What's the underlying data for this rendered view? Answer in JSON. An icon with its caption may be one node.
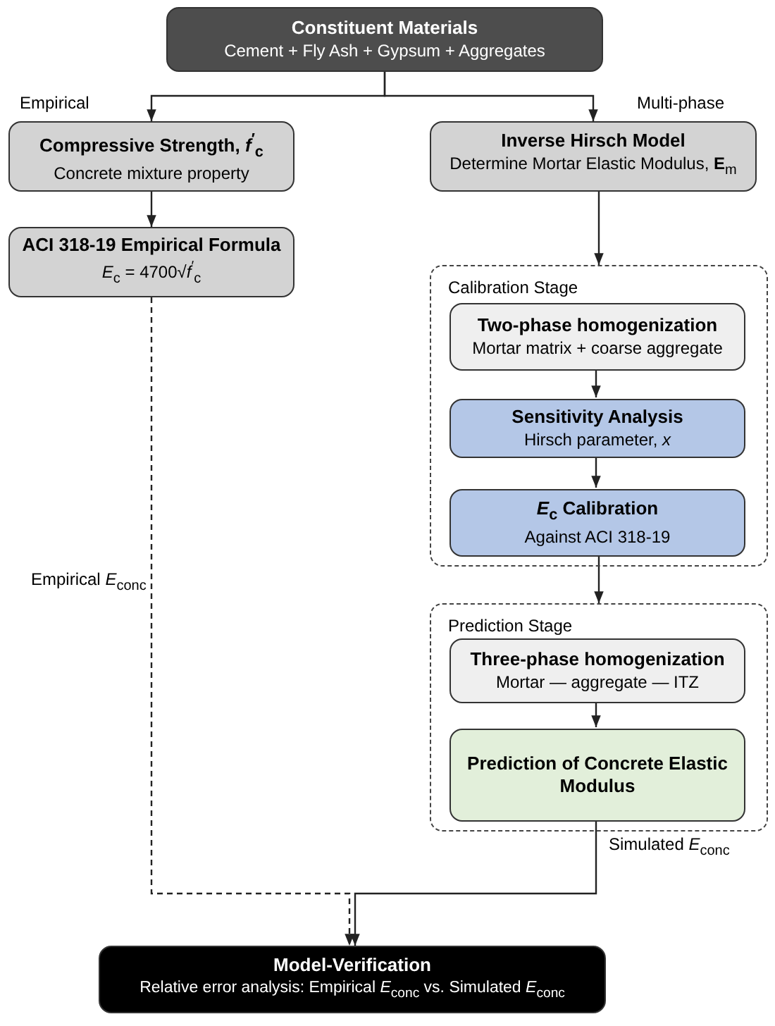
{
  "diagram": {
    "nodes": [
      {
        "text": [
          "Constituent Materials",
          "Cement + Fly Ash + Gypsum + Aggregates"
        ]
      },
      {
        "text": [
          "Compressive Strength, *f*$^{′}$$_{c}$",
          "Concrete mixture property"
        ]
      },
      {
        "text": [
          "ACI 318-19 Empirical Formula",
          "*E*$_{c}$ = 4700√*f*$^{′}$$_{c}$"
        ]
      },
      {
        "text": [
          "Inverse Hirsch Model",
          "Determine Mortar Elastic Modulus, **E**$_{m}$"
        ]
      },
      {
        "text": [
          "Calibration Stage"
        ]
      },
      {
        "text": [
          "Two-phase homogenization",
          "Mortar matrix + coarse aggregate"
        ],
        "in": 4
      },
      {
        "text": [
          "Sensitivity Analysis",
          "Hirsch parameter, *x*"
        ],
        "in": 4
      },
      {
        "text": [
          "*E*$_{c}$ Calibration",
          "Against ACI 318-19"
        ],
        "in": 4
      },
      {
        "text": [
          "Prediction Stage"
        ]
      },
      {
        "text": [
          "Three-phase homogenization",
          "Mortar — aggregate — ITZ"
        ],
        "in": 8
      },
      {
        "text": [
          "Prediction of Concrete Elastic Modulus"
        ],
        "in": 8
      },
      {
        "text": [
          "Model-Verification",
          "Relative error analysis: Empirical *E*$_{conc}$ vs. Simulated *E*$_{conc}$"
        ]
      }
    ],
    "edges": [
      {
        "from": 0,
        "to": 1,
        "arrow": "to",
        "label": "Empirical"
      },
      {
        "from": 0,
        "to": 3,
        "arrow": "to",
        "label": "Multi-phase"
      },
      {
        "from": 1,
        "to": 2,
        "arrow": "to"
      },
      {
        "from": 3,
        "to": 4,
        "arrow": "to"
      },
      {
        "from": 5,
        "to": 6,
        "arrow": "to"
      },
      {
        "from": 6,
        "to": 7,
        "arrow": "to"
      },
      {
        "from": 7,
        "to": 8,
        "arrow": "to"
      },
      {
        "from": 9,
        "to": 10,
        "arrow": "to"
      },
      {
        "from": 2,
        "to": 11,
        "arrow": "to",
        "style": "dashed",
        "label": "Empirical *E*$_{conc}$"
      },
      {
        "from": 10,
        "to": 11,
        "arrow": "to",
        "label": "Simulated *E*$_{conc}$"
      }
    ]
  }
}
